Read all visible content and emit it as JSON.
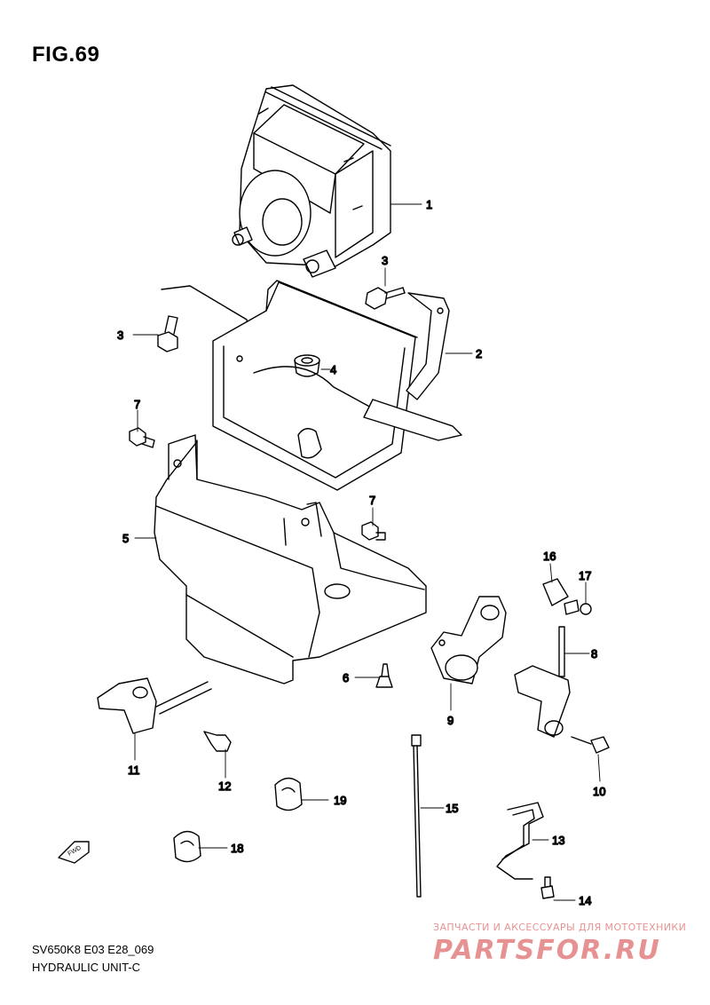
{
  "figure": {
    "title": "FIG.69"
  },
  "footer": {
    "model_code": "SV650K8 E03 E28_069",
    "section_name": "HYDRAULIC UNIT-C"
  },
  "watermark": {
    "tagline": "ЗАПЧАСТИ И АКСЕССУАРЫ ДЛЯ МОТОТЕХНИКИ",
    "brand": "PARTSFOR.RU"
  },
  "fwd_label": "FWD",
  "callouts": {
    "c1": "1",
    "c2": "2",
    "c3a": "3",
    "c3b": "3",
    "c4": "4",
    "c5": "5",
    "c6": "6",
    "c7a": "7",
    "c7b": "7",
    "c8": "8",
    "c9": "9",
    "c10": "10",
    "c11": "11",
    "c12": "12",
    "c13": "13",
    "c14": "14",
    "c15": "15",
    "c16": "16",
    "c17": "17",
    "c18": "18",
    "c19": "19"
  },
  "colors": {
    "line": "#000000",
    "part_fill": "#ffffff",
    "watermark": "#d23a3a"
  }
}
